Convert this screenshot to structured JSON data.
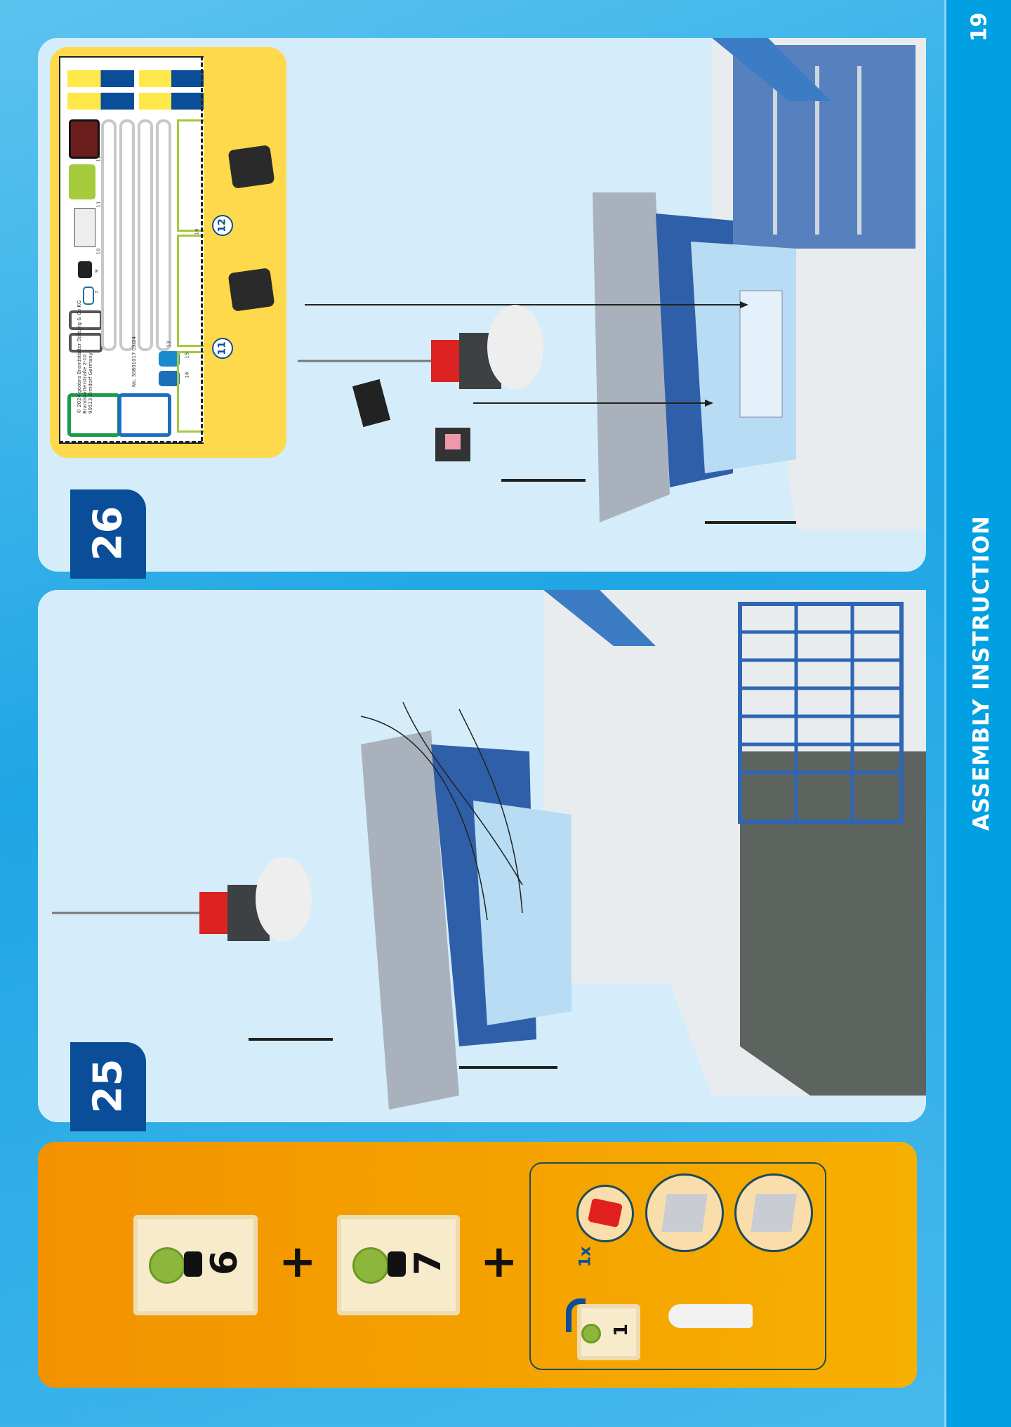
{
  "sidebar": {
    "title": "ASSEMBLY INSTRUCTION",
    "page_number": "19"
  },
  "steps": [
    {
      "number": "26",
      "callouts": [
        "11",
        "12"
      ]
    },
    {
      "number": "25"
    }
  ],
  "sticker_sheet": {
    "labels": [
      "7",
      "9",
      "10",
      "11",
      "12",
      "13",
      "14",
      "15",
      "16"
    ],
    "copyright": [
      "© 2024 geobra Brandstätter Stiftung & Co KG",
      "Brandstätterstraße 2-10",
      "90513 Zirndorf Germany"
    ],
    "article_no": "No. 30801017",
    "date": "03/24"
  },
  "parts": {
    "bags": [
      {
        "number": "6"
      },
      {
        "number": "7"
      }
    ],
    "plus": "+",
    "small_bag_number": "1",
    "quantity": "1x"
  },
  "colors": {
    "brand_blue": "#0a4d98",
    "sidebar": "#00a0e3",
    "panel": "#d5edfb",
    "sticker_bg": "#fdd94b",
    "orange": "#f39200"
  }
}
